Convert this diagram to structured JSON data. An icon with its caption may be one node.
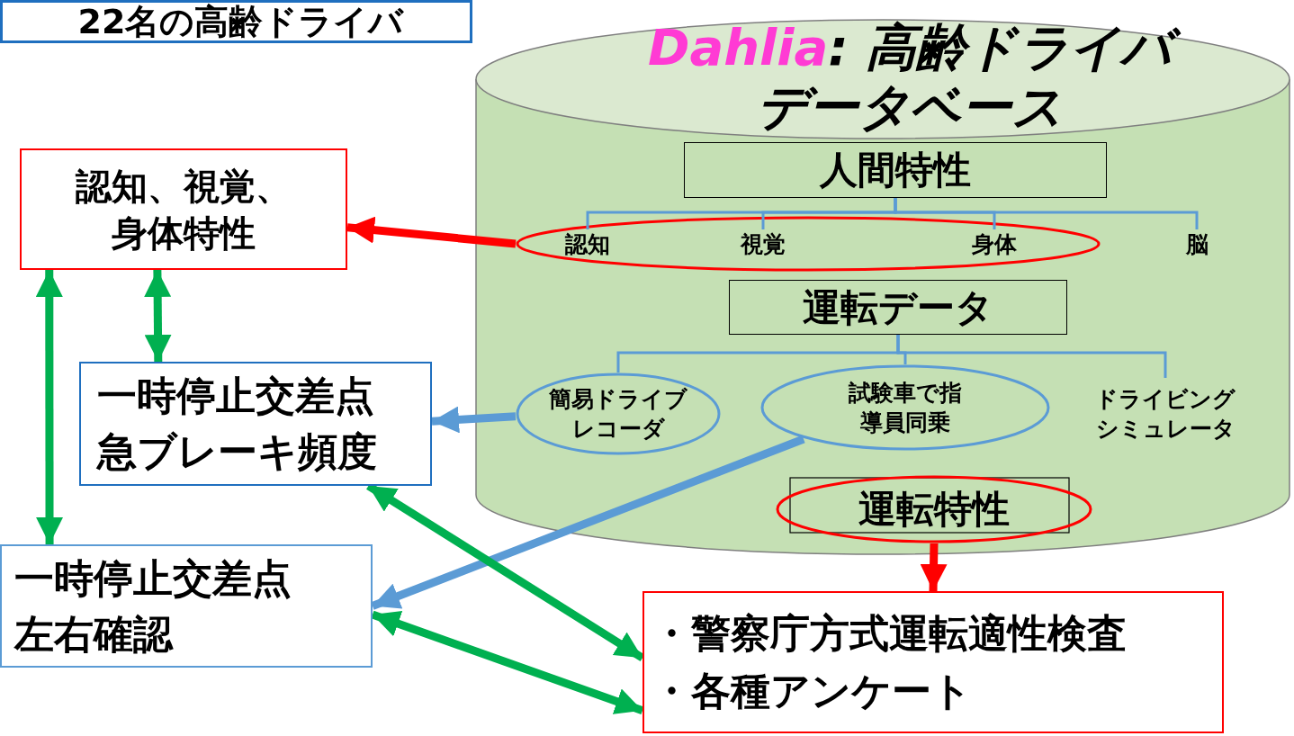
{
  "diagram": {
    "nodes": [
      {
        "text": [
          "22名の高齢ドライバ"
        ]
      },
      {
        "text": [
          "Dahlia",
          ": 高齢ドライバデータベース"
        ]
      },
      {
        "text": [
          "人間特性"
        ],
        "in": 1
      },
      {
        "text": [],
        "shape": "ellipse",
        "in": 1
      },
      {
        "text": [
          "認知"
        ],
        "in": 3
      },
      {
        "text": [
          "視覚"
        ],
        "in": 3
      },
      {
        "text": [
          "身体"
        ],
        "in": 3
      },
      {
        "text": [
          "脳"
        ],
        "in": 1
      },
      {
        "text": [
          "運転データ"
        ],
        "in": 1
      },
      {
        "text": [
          "簡易ドライブレコーダ"
        ],
        "in": 1
      },
      {
        "text": [
          "試験車で指導員同乗"
        ],
        "in": 1
      },
      {
        "text": [
          "ドライビングシミュレータ"
        ],
        "in": 1
      },
      {
        "text": [
          "運転特性"
        ],
        "in": 1
      },
      {
        "text": [
          "認知、視覚、身体特性"
        ]
      },
      {
        "text": [
          "一時停止交差点急ブレーキ頻度"
        ]
      },
      {
        "text": [
          "一時停止交差点左右確認"
        ]
      },
      {
        "text": [
          "・警察庁方式運転適性検査",
          "・各種アンケート"
        ]
      }
    ],
    "edges": [
      {
        "from": 2,
        "to": 4,
        "arrow": "none"
      },
      {
        "from": 2,
        "to": 5,
        "arrow": "none"
      },
      {
        "from": 2,
        "to": 6,
        "arrow": "none"
      },
      {
        "from": 2,
        "to": 7,
        "arrow": "none"
      },
      {
        "from": 8,
        "to": 9,
        "arrow": "none"
      },
      {
        "from": 8,
        "to": 10,
        "arrow": "none"
      },
      {
        "from": 8,
        "to": 11,
        "arrow": "none"
      },
      {
        "from": 3,
        "to": 13,
        "arrow": "to",
        "color": "#ff0000"
      },
      {
        "from": 9,
        "to": 14,
        "arrow": "to"
      },
      {
        "from": 10,
        "to": 15,
        "arrow": "to"
      },
      {
        "from": 12,
        "to": 16,
        "arrow": "to",
        "color": "#ff0000"
      },
      {
        "from": 13,
        "to": 14,
        "arrow": "both",
        "color": "#00b050"
      },
      {
        "from": 13,
        "to": 15,
        "arrow": "both",
        "color": "#00b050"
      },
      {
        "from": 14,
        "to": 16,
        "arrow": "both",
        "color": "#00b050"
      },
      {
        "from": 15,
        "to": 16,
        "arrow": "both",
        "color": "#00b050"
      }
    ]
  }
}
